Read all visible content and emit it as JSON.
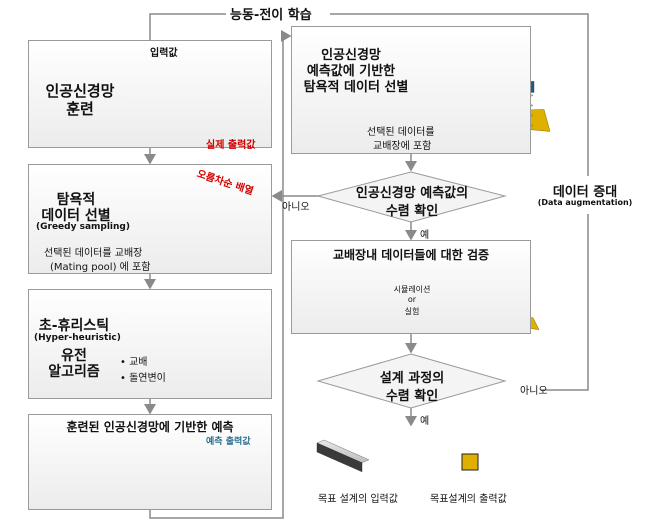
{
  "loop_title": "능동-전이 학습",
  "box1": {
    "title_line1": "인공신경망",
    "title_line2": "훈련",
    "input_label": "입력값",
    "output_label": "실제 출력값"
  },
  "box2": {
    "title_line1": "탐욕적",
    "title_line2": "데이터 선별",
    "subtitle": "(Greedy sampling)",
    "sort_label": "오름차순 배열",
    "note_line1": "선택된 데이터를 교배장",
    "note_line2": "(Mating pool) 에 포함"
  },
  "box3": {
    "title_line1": "초-휴리스틱",
    "title_line2": "(Hyper-heuristic)",
    "title_line3": "유전",
    "title_line4": "알고리즘",
    "bullet1": "교배",
    "bullet2": "돌연변이"
  },
  "box4": {
    "title": "훈련된 인공신경망에 기반한 예측",
    "pred_label": "예측 출력값"
  },
  "box5": {
    "title_line1": "인공신경망",
    "title_line2": "예측값에 기반한",
    "title_line3": "탐욕적 데이터 선별",
    "note_line1": "선택된 데이터를",
    "note_line2": "교배장에 포함"
  },
  "decision1": {
    "line1": "인공신경망 예측값의",
    "line2": "수렴 확인"
  },
  "decision2": {
    "line1": "설계 과정의",
    "line2": "수렴 확인"
  },
  "box6": {
    "title": "교배장내 데이터들에 대한 검증",
    "sim_line1": "시뮬레이션",
    "sim_line2": "or",
    "sim_line3": "실험"
  },
  "labels": {
    "no1": "아니오",
    "yes1": "예",
    "no2": "아니오",
    "yes2": "예",
    "aug_line1": "데이터 증대",
    "aug_line2": "(Data augmentation)"
  },
  "legend": {
    "input": "목표 설계의 입력값",
    "output": "목표설계의 출력값"
  },
  "colors": {
    "accent_red": "#d30000",
    "accent_blue": "#2a6f90",
    "bar_gray": "#3a3a3a",
    "base_gold": "#e0b000",
    "node_blue": "#9cc3e8"
  }
}
